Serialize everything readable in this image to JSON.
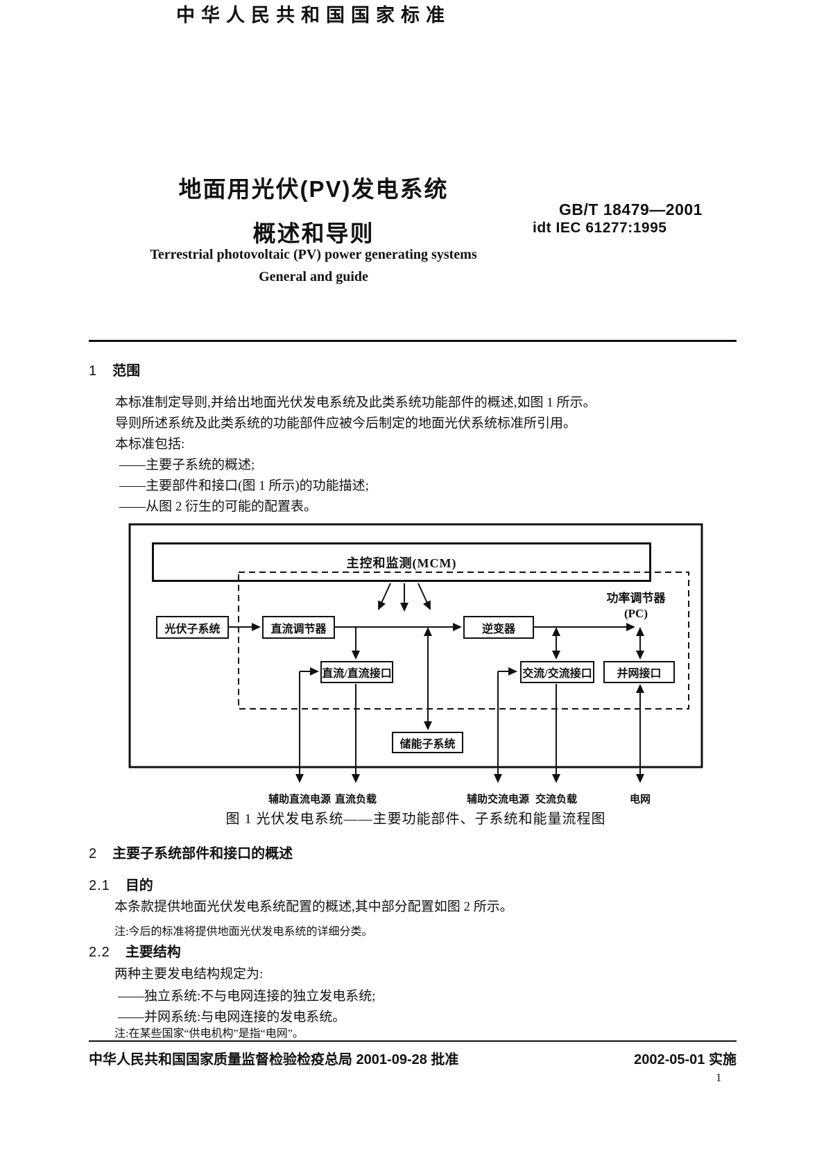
{
  "header": {
    "national_standard_label": "中华人民共和国国家标准",
    "title_line1": "地面用光伏(PV)发电系统",
    "title_line2": "概述和导则",
    "standard_number": "GB/T 18479—2001",
    "idt_line": "idt IEC 61277:1995",
    "english_title_line1": "Terrestrial photovoltaic (PV) power generating systems",
    "english_title_line2": "General and guide"
  },
  "section1": {
    "heading_number": "1",
    "heading_title": "范围",
    "para1": "本标准制定导则,并给出地面光伏发电系统及此类系统功能部件的概述,如图 1 所示。",
    "para2": "导则所述系统及此类系统的功能部件应被今后制定的地面光伏系统标准所引用。",
    "para3": "本标准包括:",
    "item1": "——主要子系统的概述;",
    "item2": "——主要部件和接口(图 1 所示)的功能描述;",
    "item3": "——从图 2 衍生的可能的配置表。"
  },
  "figure": {
    "caption": "图 1  光伏发电系统——主要功能部件、子系统和能量流程图",
    "boxes": {
      "mcm": "主控和监测(MCM)",
      "pv_subsystem": "光伏子系统",
      "dc_regulator": "直流调节器",
      "inverter": "逆变器",
      "dc_dc_interface": "直流/直流接口",
      "ac_ac_interface": "交流/交流接口",
      "grid_interface": "并网接口",
      "storage_subsystem": "储能子系统"
    },
    "pc_label_line1": "功率调节器",
    "pc_label_line2": "(PC)",
    "bottom_labels": [
      "辅助直流电源",
      "直流负载",
      "辅助交流电源",
      "交流负载",
      "电网"
    ]
  },
  "section2": {
    "heading_number": "2",
    "heading_title": "主要子系统部件和接口的概述",
    "sub1_number": "2.1",
    "sub1_title": "目的",
    "sub1_para": "本条款提供地面光伏发电系统配置的概述,其中部分配置如图 2 所示。",
    "sub1_note": "注:今后的标准将提供地面光伏发电系统的详细分类。",
    "sub2_number": "2.2",
    "sub2_title": "主要结构",
    "sub2_para": "两种主要发电结构规定为:",
    "sub2_item1": "——独立系统:不与电网连接的独立发电系统;",
    "sub2_item2": "——并网系统:与电网连接的发电系统。",
    "sub2_note": "注:在某些国家“供电机构”是指“电网”。"
  },
  "footer": {
    "approval_line": "中华人民共和国国家质量监督检验检疫总局 2001-09-28 批准",
    "implementation_line": "2002-05-01 实施",
    "page_number": "1"
  }
}
